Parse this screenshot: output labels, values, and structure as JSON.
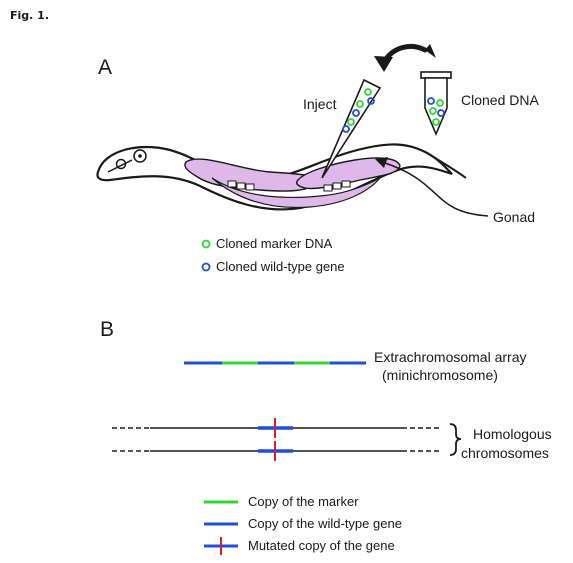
{
  "figure_label": "Fig. 1.",
  "panel_a": {
    "label": "A",
    "inject": "Inject",
    "cloned_dna": "Cloned DNA",
    "gonad": "Gonad",
    "legend": {
      "marker": "Cloned marker DNA",
      "wild_type": "Cloned wild-type gene"
    }
  },
  "panel_b": {
    "label": "B",
    "array_line1": "Extrachromosomal array",
    "array_line2": "(minichromosome)",
    "homologous_line1": "Homologous",
    "homologous_line2": "chromosomes",
    "legend": {
      "marker": "Copy of the marker",
      "wild_type": "Copy of the wild-type gene",
      "mutated": "Mutated copy of the gene"
    }
  },
  "colors": {
    "marker_green": "#33d633",
    "wildtype_blue": "#1f4fd8",
    "mutation_red": "#e01e1e",
    "gonad_fill": "#ddb8e8",
    "ink": "#1a1a1a"
  }
}
